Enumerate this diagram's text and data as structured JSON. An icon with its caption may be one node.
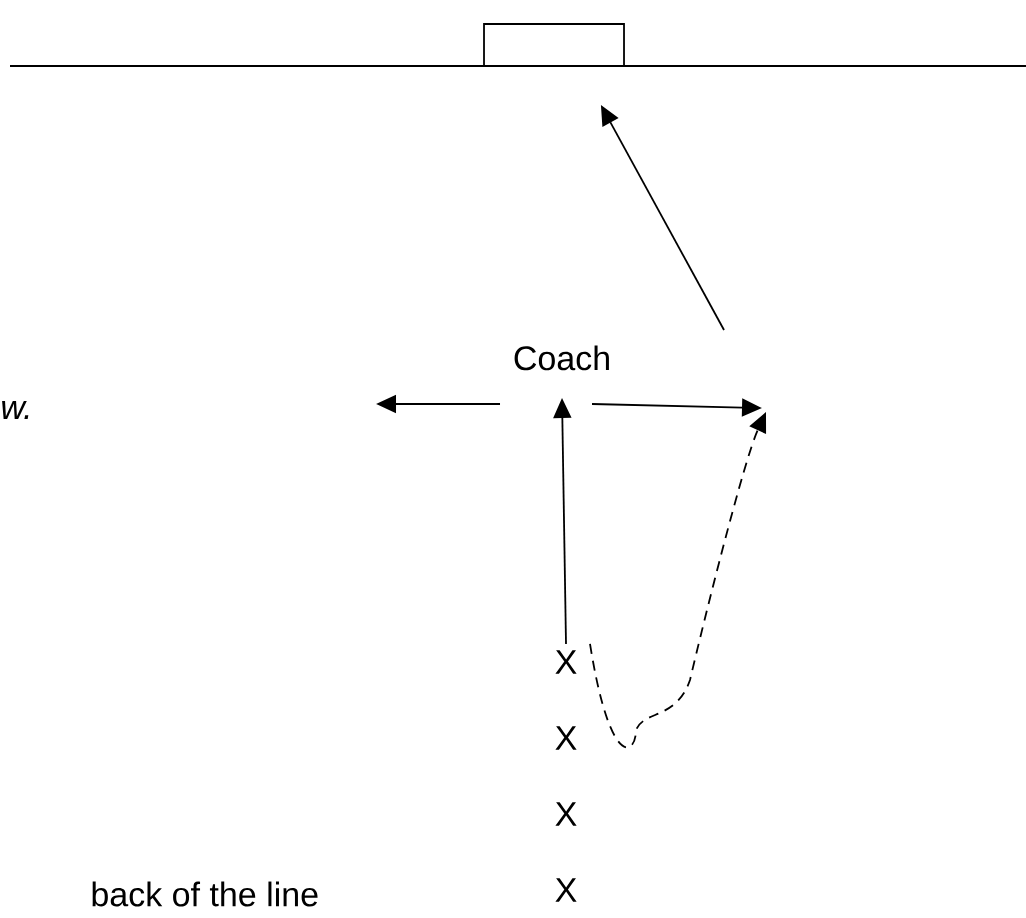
{
  "diagram": {
    "nodes": [
      {
        "text": [],
        "shape": "box"
      },
      {
        "text": [
          "Coach"
        ]
      },
      {
        "text": [
          "X"
        ]
      },
      {
        "text": [
          "X"
        ]
      },
      {
        "text": [
          "X"
        ]
      },
      {
        "text": [
          "X"
        ]
      }
    ],
    "edges": [
      {
        "from": 2,
        "to": 1,
        "arrow": "to"
      },
      {
        "from": 1,
        "to": null,
        "arrow": "to"
      },
      {
        "from": 1,
        "to": null,
        "arrow": "to"
      },
      {
        "from": 2,
        "to": null,
        "arrow": "to",
        "style": "dashed"
      },
      {
        "from": null,
        "to": 0,
        "arrow": "to"
      }
    ],
    "labels": [
      "*w.*",
      "back of the line"
    ]
  }
}
